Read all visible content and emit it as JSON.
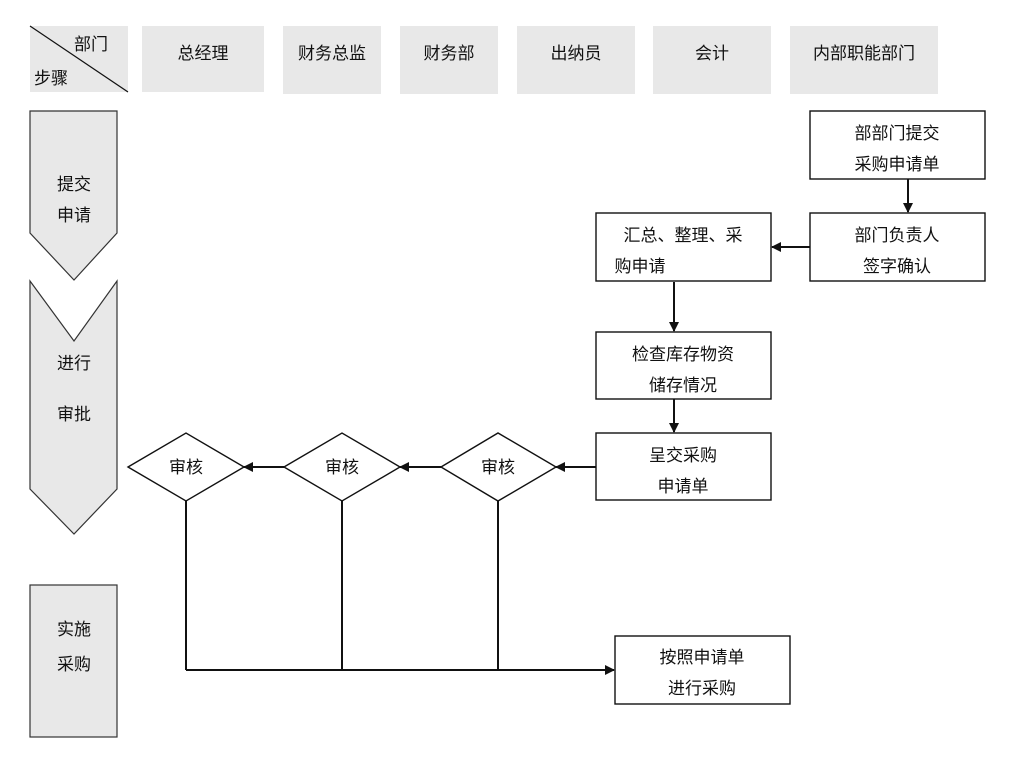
{
  "header": {
    "corner_top": "部门",
    "corner_bottom": "步骤",
    "departments": [
      "总经理",
      "财务总监",
      "财务部",
      "出纳员",
      "会计",
      "内部职能部门"
    ]
  },
  "steps": [
    [
      "提交",
      "申请"
    ],
    [
      "进行",
      "审批"
    ],
    [
      "实施",
      "采购"
    ]
  ],
  "nodes": {
    "submit_request": [
      "部部门提交",
      "采购申请单"
    ],
    "manager_sign": [
      "部门负责人",
      "签字确认"
    ],
    "summarize": [
      "汇总、整理、采",
      "购申请"
    ],
    "check_stock": [
      "检查库存物资",
      "储存情况"
    ],
    "present_request": [
      "呈交采购",
      "申请单"
    ],
    "review_1": "审核",
    "review_2": "审核",
    "review_3": "审核",
    "purchase": [
      "按照申请单",
      "进行采购"
    ]
  }
}
